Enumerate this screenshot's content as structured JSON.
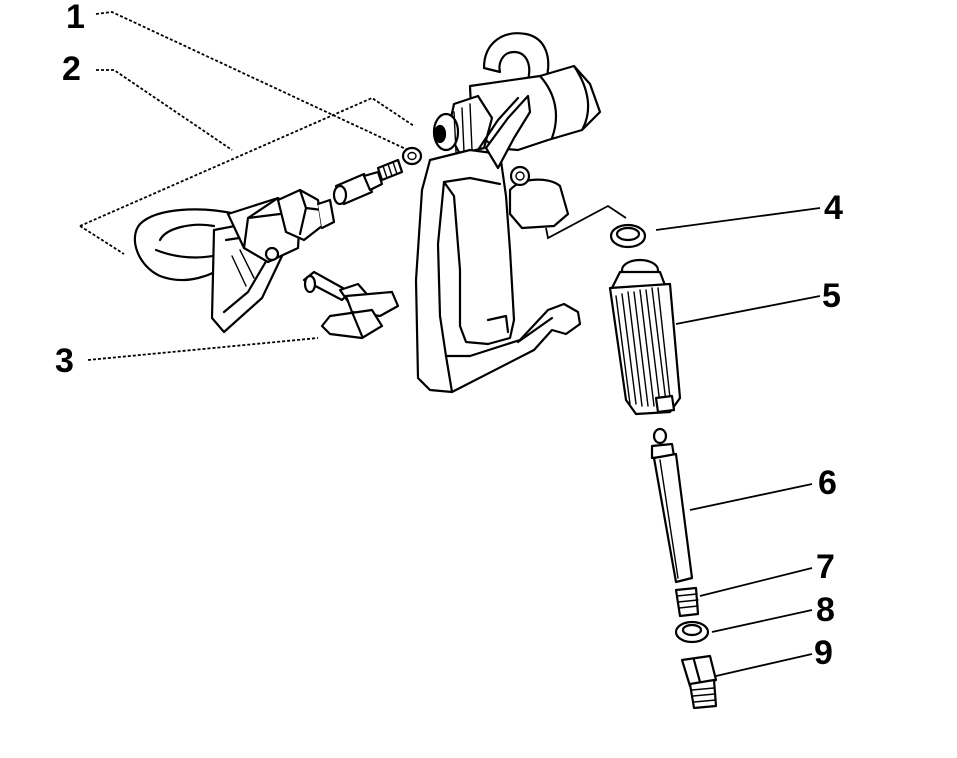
{
  "callouts": [
    {
      "id": 1,
      "label": "1"
    },
    {
      "id": 2,
      "label": "2"
    },
    {
      "id": 3,
      "label": "3"
    },
    {
      "id": 4,
      "label": "4"
    },
    {
      "id": 5,
      "label": "5"
    },
    {
      "id": 6,
      "label": "6"
    },
    {
      "id": 7,
      "label": "7"
    },
    {
      "id": 8,
      "label": "8"
    },
    {
      "id": 9,
      "label": "9"
    }
  ],
  "colors": {
    "ink": "#000000",
    "paper": "#ffffff"
  }
}
